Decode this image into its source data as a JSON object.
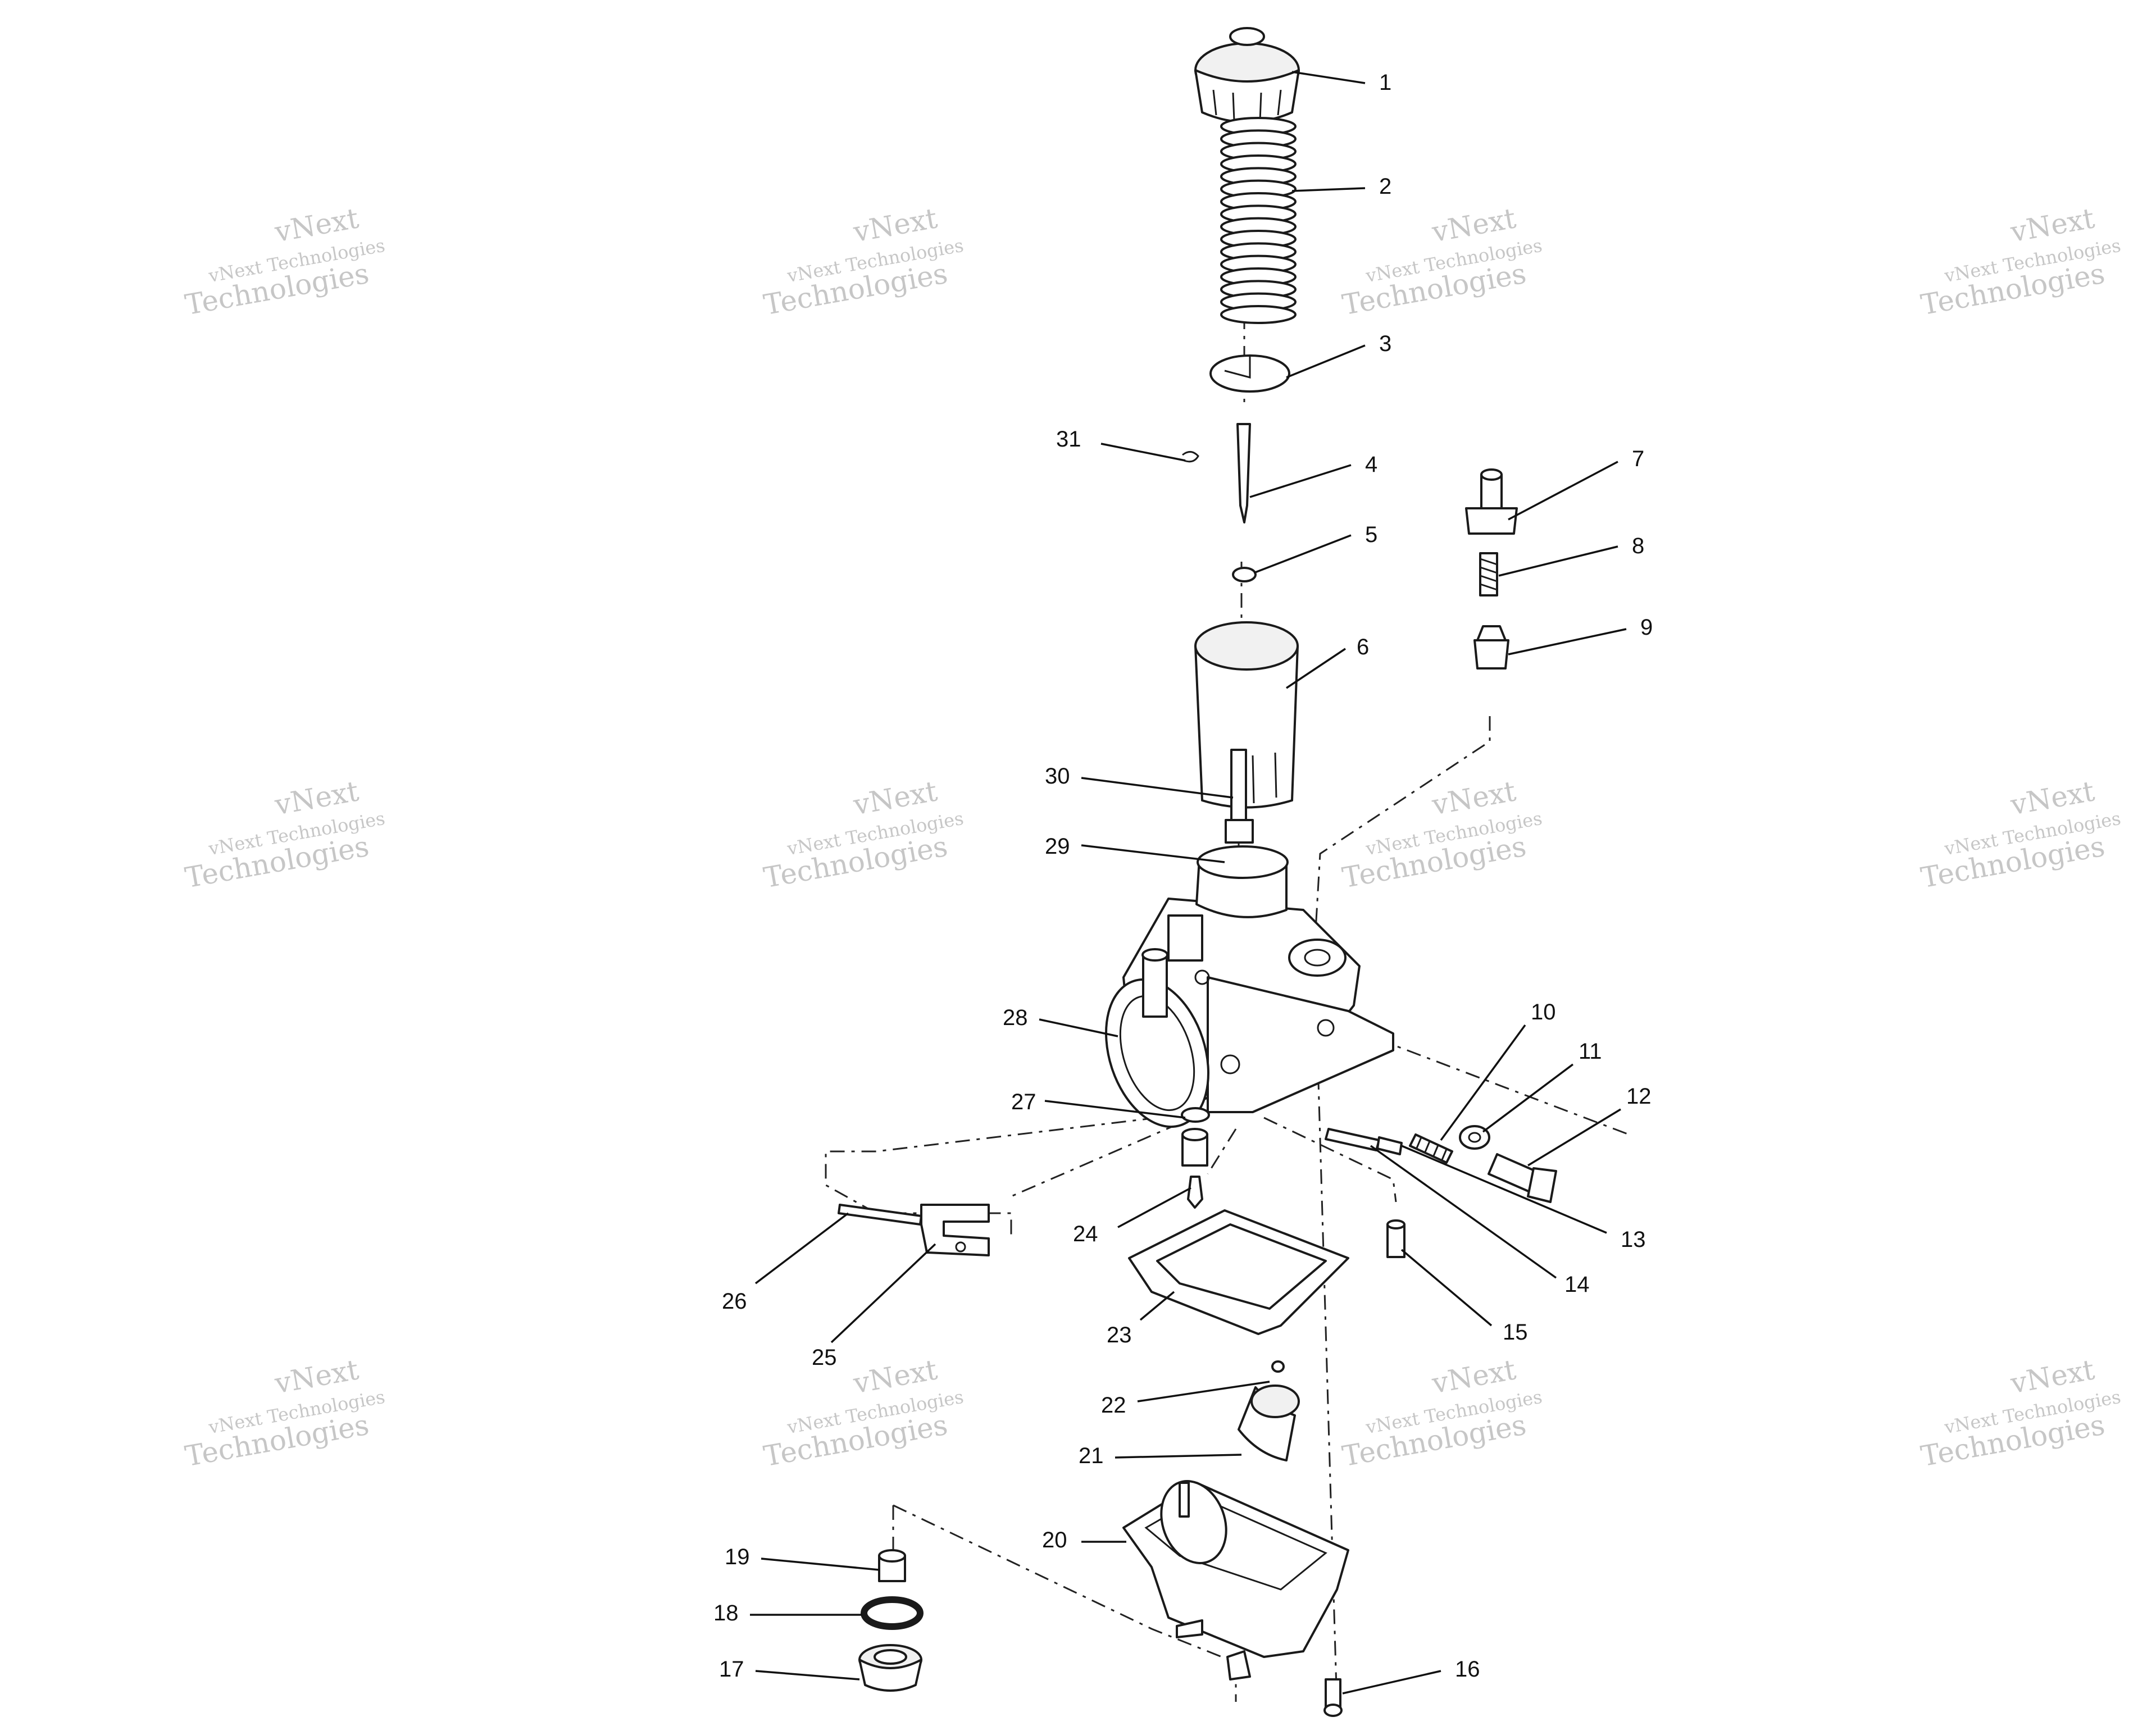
{
  "watermark": {
    "line_top": "vNext",
    "line_main": "vNext Technologies",
    "line_bottom": "Technologies"
  },
  "callouts": [
    {
      "id": "1",
      "label": "1"
    },
    {
      "id": "2",
      "label": "2"
    },
    {
      "id": "3",
      "label": "3"
    },
    {
      "id": "4",
      "label": "4"
    },
    {
      "id": "5",
      "label": "5"
    },
    {
      "id": "6",
      "label": "6"
    },
    {
      "id": "7",
      "label": "7"
    },
    {
      "id": "8",
      "label": "8"
    },
    {
      "id": "9",
      "label": "9"
    },
    {
      "id": "10",
      "label": "10"
    },
    {
      "id": "11",
      "label": "11"
    },
    {
      "id": "12",
      "label": "12"
    },
    {
      "id": "13",
      "label": "13"
    },
    {
      "id": "14",
      "label": "14"
    },
    {
      "id": "15",
      "label": "15"
    },
    {
      "id": "16",
      "label": "16"
    },
    {
      "id": "17",
      "label": "17"
    },
    {
      "id": "18",
      "label": "18"
    },
    {
      "id": "19",
      "label": "19"
    },
    {
      "id": "20",
      "label": "20"
    },
    {
      "id": "21",
      "label": "21"
    },
    {
      "id": "22",
      "label": "22"
    },
    {
      "id": "23",
      "label": "23"
    },
    {
      "id": "24",
      "label": "24"
    },
    {
      "id": "25",
      "label": "25"
    },
    {
      "id": "26",
      "label": "26"
    },
    {
      "id": "27",
      "label": "27"
    },
    {
      "id": "28",
      "label": "28"
    },
    {
      "id": "29",
      "label": "29"
    },
    {
      "id": "30",
      "label": "30"
    },
    {
      "id": "31",
      "label": "31"
    }
  ]
}
